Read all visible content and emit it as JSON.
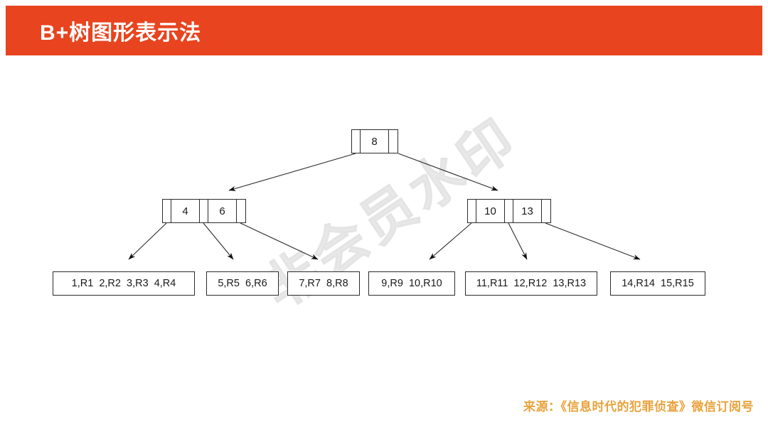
{
  "slide": {
    "header": {
      "title": "B+树图形表示法",
      "background_color": "#e8441f",
      "text_color": "#ffffff"
    },
    "watermark": {
      "text": "非会员水印",
      "color": "#e9e9e9"
    },
    "footer": {
      "source": "来源：《信息时代的犯罪侦查》微信订阅号",
      "color": "#e8a33d"
    }
  },
  "tree": {
    "root": {
      "keys": [
        "8"
      ]
    },
    "internal": [
      {
        "id": "left",
        "keys": [
          "4",
          "6"
        ]
      },
      {
        "id": "right",
        "keys": [
          "10",
          "13"
        ]
      }
    ],
    "leaves": [
      {
        "id": "leaf-1",
        "entries": "1,R1  2,R2  3,R3  4,R4"
      },
      {
        "id": "leaf-2",
        "entries": "5,R5  6,R6"
      },
      {
        "id": "leaf-3",
        "entries": "7,R7  8,R8"
      },
      {
        "id": "leaf-4",
        "entries": "9,R9  10,R10"
      },
      {
        "id": "leaf-5",
        "entries": "11,R11  12,R12  13,R13"
      },
      {
        "id": "leaf-6",
        "entries": "14,R14  15,R15"
      }
    ]
  },
  "chart_data": {
    "type": "diagram",
    "title": "B+树图形表示法",
    "structure": "B+ tree, order 3, height 3",
    "levels": [
      {
        "level": 1,
        "nodes": [
          {
            "keys": [
              "8"
            ]
          }
        ]
      },
      {
        "level": 2,
        "nodes": [
          {
            "keys": [
              "4",
              "6"
            ]
          },
          {
            "keys": [
              "10",
              "13"
            ]
          }
        ]
      },
      {
        "level": 3,
        "nodes": [
          {
            "records": [
              "1,R1",
              "2,R2",
              "3,R3",
              "4,R4"
            ]
          },
          {
            "records": [
              "5,R5",
              "6,R6"
            ]
          },
          {
            "records": [
              "7,R7",
              "8,R8"
            ]
          },
          {
            "records": [
              "9,R9",
              "10,R10"
            ]
          },
          {
            "records": [
              "11,R11",
              "12,R12",
              "13,R13"
            ]
          },
          {
            "records": [
              "14,R14",
              "15,R15"
            ]
          }
        ]
      }
    ],
    "edges": [
      {
        "from": "root",
        "to": "internal-left"
      },
      {
        "from": "root",
        "to": "internal-right"
      },
      {
        "from": "internal-left",
        "to": "leaf-1"
      },
      {
        "from": "internal-left",
        "to": "leaf-2"
      },
      {
        "from": "internal-left",
        "to": "leaf-3"
      },
      {
        "from": "internal-right",
        "to": "leaf-4"
      },
      {
        "from": "internal-right",
        "to": "leaf-5"
      },
      {
        "from": "internal-right",
        "to": "leaf-6"
      }
    ]
  }
}
